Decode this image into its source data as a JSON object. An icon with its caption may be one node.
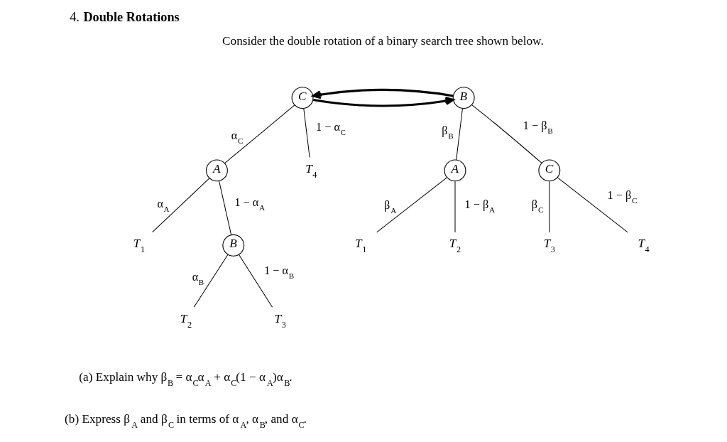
{
  "diagram": {
    "title": "4. **Double Rotations**",
    "nodes": [
      {
        "text": [
          "C"
        ]
      },
      {
        "text": [
          "A"
        ]
      },
      {
        "text": [
          "T$_{4}$"
        ]
      },
      {
        "text": [
          "T$_{1}$"
        ]
      },
      {
        "text": [
          "B"
        ]
      },
      {
        "text": [
          "T$_{2}$"
        ]
      },
      {
        "text": [
          "T$_{3}$"
        ]
      },
      {
        "text": [
          "B"
        ]
      },
      {
        "text": [
          "A"
        ]
      },
      {
        "text": [
          "C"
        ]
      },
      {
        "text": [
          "T$_{1}$"
        ]
      },
      {
        "text": [
          "T$_{2}$"
        ]
      },
      {
        "text": [
          "T$_{3}$"
        ]
      },
      {
        "text": [
          "T$_{4}$"
        ]
      }
    ],
    "edges": [
      {
        "from": 0,
        "to": 1,
        "arrow": "none",
        "label": "α$_{C}$"
      },
      {
        "from": 0,
        "to": 2,
        "arrow": "none",
        "label": "1 − α$_{C}$"
      },
      {
        "from": 1,
        "to": 3,
        "arrow": "none",
        "label": "α$_{A}$"
      },
      {
        "from": 1,
        "to": 4,
        "arrow": "none",
        "label": "1 − α$_{A}$"
      },
      {
        "from": 4,
        "to": 5,
        "arrow": "none",
        "label": "α$_{B}$"
      },
      {
        "from": 4,
        "to": 6,
        "arrow": "none",
        "label": "1 − α$_{B}$"
      },
      {
        "from": 7,
        "to": 8,
        "arrow": "none",
        "label": "β$_{B}$"
      },
      {
        "from": 7,
        "to": 9,
        "arrow": "none",
        "label": "1 − β$_{B}$"
      },
      {
        "from": 8,
        "to": 10,
        "arrow": "none",
        "label": "β$_{A}$"
      },
      {
        "from": 8,
        "to": 11,
        "arrow": "none",
        "label": "1 − β$_{A}$"
      },
      {
        "from": 9,
        "to": 12,
        "arrow": "none",
        "label": "β$_{C}$"
      },
      {
        "from": 9,
        "to": 13,
        "arrow": "none",
        "label": "1 − β$_{C}$"
      },
      {
        "from": 0,
        "to": 7,
        "arrow": "to",
        "style": "thick"
      },
      {
        "from": 7,
        "to": 0,
        "arrow": "to",
        "style": "thick"
      }
    ],
    "labels": [
      "Consider the double rotation of a binary search tree shown below.",
      "(a) Explain why β$_{B}$ = α$_{C}$α$_{A}$ + α$_{C}$(1 − α$_{A}$)α$_{B}$.",
      "(b) Express β$_{A}$ and β$_{C}$ in terms of α$_{A}$, α$_{B}$, and α$_{C}$."
    ]
  }
}
